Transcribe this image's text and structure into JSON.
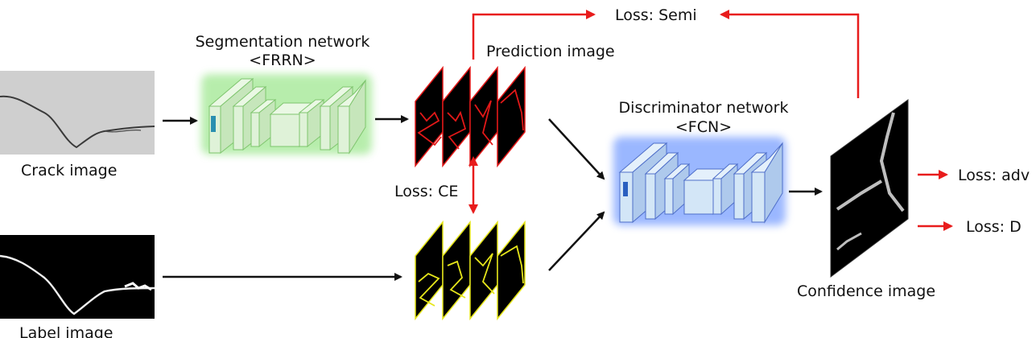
{
  "labels": {
    "segmentation_title": "Segmentation network",
    "segmentation_sub": "<FRRN>",
    "prediction_image": "Prediction image",
    "loss_semi": "Loss: Semi",
    "discriminator_title": "Discriminator network",
    "discriminator_sub": "<FCN>",
    "loss_ce": "Loss: CE",
    "crack_image": "Crack image",
    "label_image": "Label image",
    "confidence_image": "Confidence image",
    "loss_adv": "Loss: adv",
    "loss_d": "Loss: D"
  },
  "colors": {
    "arrow_black": "#111111",
    "arrow_red": "#e81c1c",
    "seg_glow": "#7ee06a",
    "seg_block": "#dff2d8",
    "seg_block_edge": "#7fc56e",
    "disc_glow": "#4a7dff",
    "disc_block": "#d3e6f7",
    "disc_block_edge": "#4f6fc9",
    "prediction_crack": "#e21818",
    "label_crack": "#e6e61a",
    "confidence_crack": "#bfbfbf",
    "crack_photo_bg": "#c9c9c9"
  }
}
